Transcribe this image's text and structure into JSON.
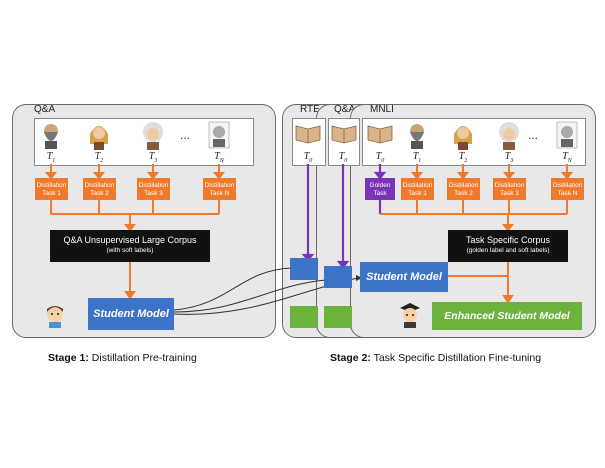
{
  "stage1": {
    "panel_title": "Q&A",
    "teachers": [
      "T1",
      "T2",
      "T3",
      "TN"
    ],
    "teacher_labels": [
      {
        "sym": "T",
        "sub": "1"
      },
      {
        "sym": "T",
        "sub": "2"
      },
      {
        "sym": "T",
        "sub": "3"
      },
      {
        "sym": "T",
        "sub": "N"
      }
    ],
    "ellipsis": "...",
    "tasks": [
      {
        "line1": "Distillation",
        "line2": "Task 1"
      },
      {
        "line1": "Distillation",
        "line2": "Task 2"
      },
      {
        "line1": "Distillation",
        "line2": "Task 3"
      },
      {
        "line1": "Distillation",
        "line2": "Task N"
      }
    ],
    "corpus_title": "Q&A Unsupervised Large Corpus",
    "corpus_subtitle": "(with soft labels)",
    "student": "Student Model",
    "caption_bold": "Stage 1:",
    "caption_rest": " Distillation Pre-training"
  },
  "stage2": {
    "back_panels": [
      "RTE",
      "Q&A"
    ],
    "panel_title": "MNLI",
    "back_teacher_label": {
      "sym": "T",
      "sub": "0"
    },
    "teacher_labels": [
      {
        "sym": "T",
        "sub": "0"
      },
      {
        "sym": "T",
        "sub": "1"
      },
      {
        "sym": "T",
        "sub": "2"
      },
      {
        "sym": "T",
        "sub": "3"
      },
      {
        "sym": "T",
        "sub": "N"
      }
    ],
    "ellipsis": "...",
    "golden_task": {
      "line1": "Golden",
      "line2": "Task"
    },
    "tasks": [
      {
        "line1": "Distillation",
        "line2": "Task 1"
      },
      {
        "line1": "Distillation",
        "line2": "Task 2"
      },
      {
        "line1": "Distillation",
        "line2": "Task 3"
      },
      {
        "line1": "Distillation",
        "line2": "Task N"
      }
    ],
    "corpus_title": "Task Specific Corpus",
    "corpus_subtitle": "(golden label and soft labels)",
    "student": "Student Model",
    "enhanced": "Enhanced Student Model",
    "caption_bold": "Stage 2:",
    "caption_rest": " Task Specific Distillation Fine-tuning"
  },
  "colors": {
    "orange": "#ef7a2b",
    "purple": "#7b33b8",
    "blue": "#3b73c8",
    "green": "#6cb33e",
    "black": "#111111"
  },
  "icons": [
    "book-icon",
    "teacher-aristotle-icon",
    "teacher-newton-icon",
    "teacher-einstein-icon",
    "teacher-turing-icon",
    "student-avatar-icon",
    "graduate-avatar-icon"
  ]
}
